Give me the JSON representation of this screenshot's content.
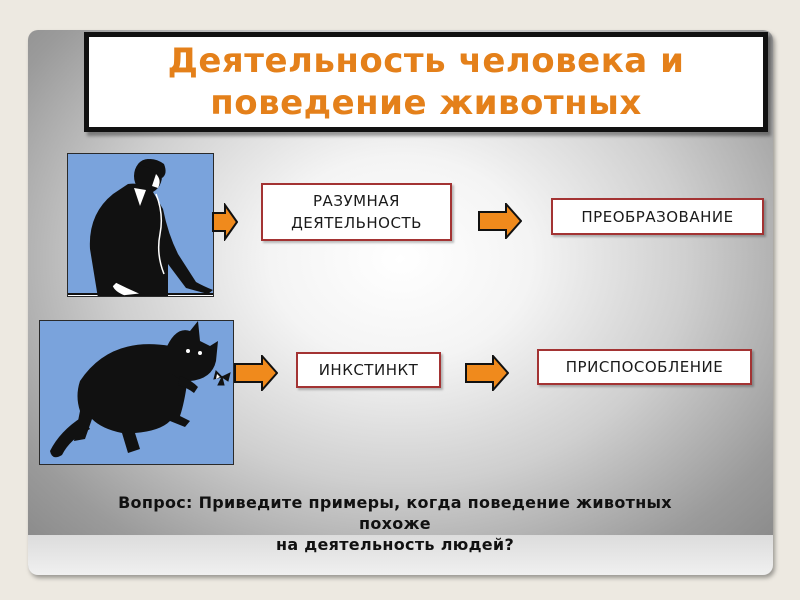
{
  "title": "Деятельность человека и\nповедение животных",
  "row_human": {
    "photo_icon": "man-on-phone-silhouette",
    "box1": "РАЗУМНАЯ\nДЕЯТЕЛЬНОСТЬ",
    "box2": "ПРЕОБРАЗОВАНИЕ"
  },
  "row_animal": {
    "photo_icon": "cat-catching-butterfly-silhouette",
    "box1": "ИНКСТИНКТ",
    "box2": "ПРИСПОСОБЛЕНИЕ"
  },
  "question": "Вопрос: Приведите примеры, когда поведение животных\nпохоже\nна деятельность людей?",
  "colors": {
    "title": "#e4801a",
    "arrow_fill": "#f08a1c",
    "box_border": "#a33333",
    "photo_bg": "#7aa3dc"
  }
}
